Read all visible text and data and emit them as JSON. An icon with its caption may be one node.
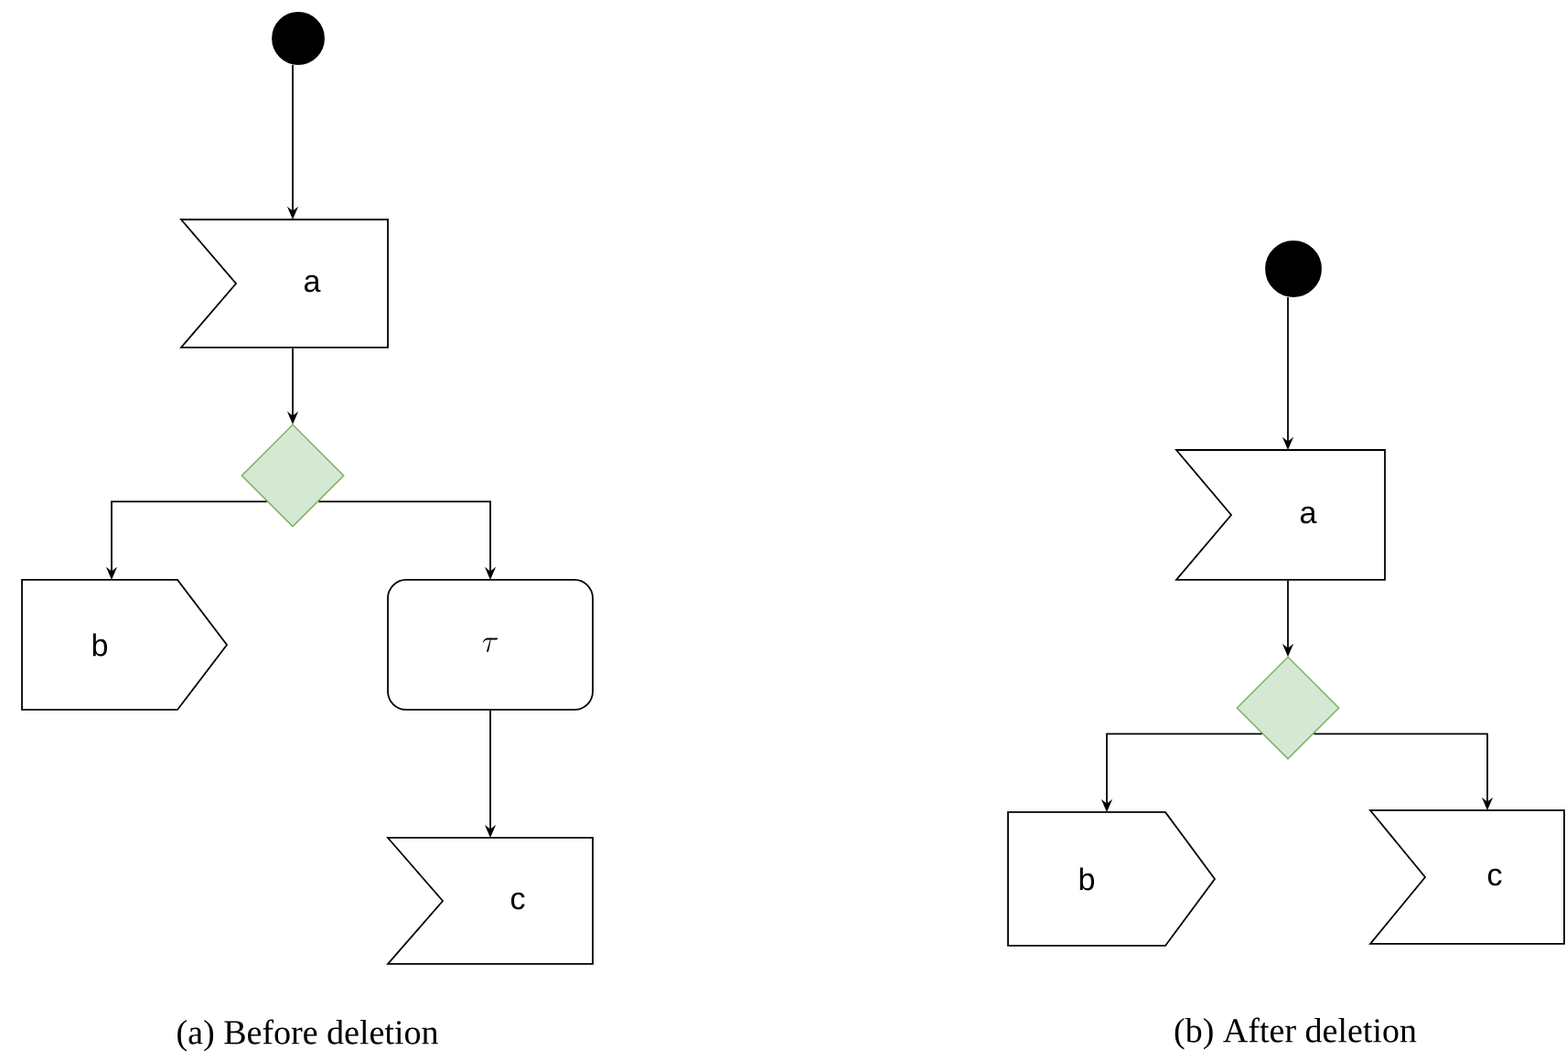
{
  "diagram": {
    "nodes": [
      {
        "text": [],
        "shape": "circle"
      },
      {
        "text": [
          "a"
        ]
      },
      {
        "text": [],
        "shape": "diamond"
      },
      {
        "text": [
          "b"
        ]
      },
      {
        "text": [
          "\\tau"
        ]
      },
      {
        "text": [
          "c"
        ]
      },
      {
        "text": [],
        "shape": "circle"
      },
      {
        "text": [
          "a"
        ]
      },
      {
        "text": [],
        "shape": "diamond"
      },
      {
        "text": [
          "b"
        ]
      },
      {
        "text": [
          "c"
        ]
      }
    ],
    "edges": [
      {
        "from": 0,
        "to": 1,
        "arrow": "to"
      },
      {
        "from": 1,
        "to": 2,
        "arrow": "to"
      },
      {
        "from": 2,
        "to": 3,
        "arrow": "to"
      },
      {
        "from": 2,
        "to": 4,
        "arrow": "to"
      },
      {
        "from": 4,
        "to": 5,
        "arrow": "to"
      },
      {
        "from": 6,
        "to": 7,
        "arrow": "to"
      },
      {
        "from": 7,
        "to": 8,
        "arrow": "to"
      },
      {
        "from": 8,
        "to": 9,
        "arrow": "to"
      },
      {
        "from": 8,
        "to": 10,
        "arrow": "to"
      }
    ],
    "labels": [
      "(a) Before deletion",
      "(b) After deletion"
    ]
  }
}
